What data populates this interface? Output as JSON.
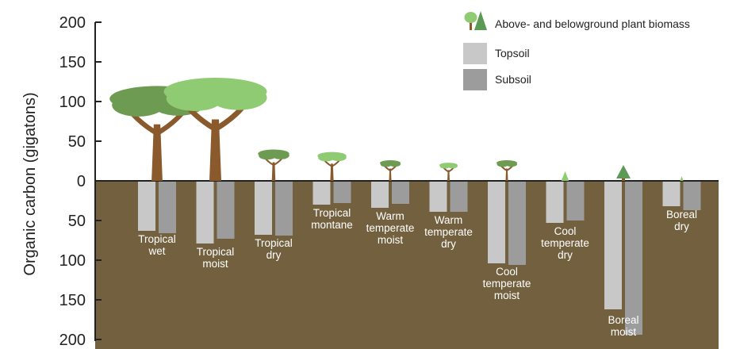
{
  "chart_data": {
    "type": "bar",
    "ylabel": "Organic carbon (gigatons)",
    "y_ticks": [
      "200",
      "150",
      "100",
      "50",
      "0",
      "50",
      "100",
      "150",
      "200"
    ],
    "ylim": [
      -200,
      200
    ],
    "categories": [
      {
        "lines": [
          "Tropical",
          "wet"
        ]
      },
      {
        "lines": [
          "Tropical",
          "moist"
        ]
      },
      {
        "lines": [
          "Tropical",
          "dry"
        ]
      },
      {
        "lines": [
          "Tropical",
          "montane"
        ]
      },
      {
        "lines": [
          "Warm",
          "temperate",
          "moist"
        ]
      },
      {
        "lines": [
          "Warm",
          "temperate",
          "dry"
        ]
      },
      {
        "lines": [
          "Cool",
          "temperate",
          "moist"
        ]
      },
      {
        "lines": [
          "Cool",
          "temperate",
          "dry"
        ]
      },
      {
        "lines": [
          "Boreal",
          "moist"
        ]
      },
      {
        "lines": [
          "Boreal",
          "dry"
        ]
      }
    ],
    "series": [
      {
        "name": "Above- and belowground plant biomass",
        "values": [
          115,
          125,
          38,
          35,
          25,
          22,
          25,
          8,
          20,
          2
        ]
      },
      {
        "name": "Topsoil",
        "values": [
          62,
          78,
          67,
          29,
          33,
          38,
          103,
          52,
          161,
          31
        ]
      },
      {
        "name": "Subsoil",
        "values": [
          65,
          72,
          68,
          27,
          28,
          38,
          105,
          49,
          193,
          36
        ]
      }
    ],
    "colors": {
      "soil": "#73603e",
      "topsoil": "#c8c8c8",
      "subsoil": "#9c9c9c",
      "tree_dark": "#6e9b52",
      "tree_light": "#8fcb72",
      "trunk": "#8a5a2d"
    }
  }
}
